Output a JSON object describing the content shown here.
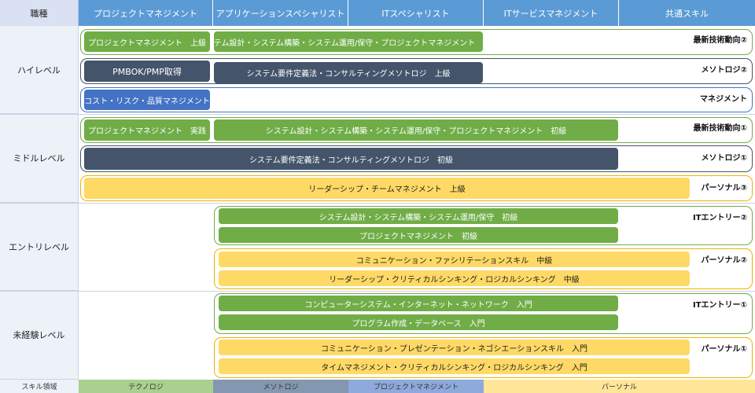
{
  "header": {
    "corner": "職種",
    "columns": [
      "プロジェクトマネジメント",
      "アプリケーションスペシャリスト",
      "ITスペシャリスト",
      "ITサービスマネジメント",
      "共通スキル"
    ]
  },
  "levels": [
    "ハイレベル",
    "ミドルレベル",
    "エントリレベル",
    "未経験レベル"
  ],
  "bars": {
    "high_pm": "プロジェクトマネジメント　上級",
    "high_sys": "システム設計・システム構築・システム運用/保守・プロジェクトマネジメント　上級",
    "high_pmbok": "PMBOK/PMP取得",
    "high_req": "システム要件定義法・コンサルティングメソトロジ　上級",
    "high_cost": "コスト・リスク・品質マネジメント",
    "mid_pm": "プロジェクトマネジメント　実践",
    "mid_sys": "システム設計・システム構築・システム運用/保守・プロジェクトマネジメント　初級",
    "mid_req": "システム要件定義法・コンサルティングメソトロジ　初級",
    "mid_leader": "リーダーシップ・チームマネジメント　上級",
    "entry_sys": "システム設計・システム構築・システム運用/保守　初級",
    "entry_pm": "プロジェクトマネジメント　初級",
    "entry_comm": "コミュニケーション・ファシリテーションスキル　中級",
    "entry_leader": "リーダーシップ・クリティカルシンキング・ロジカルシンキング　中級",
    "novice_net": "コンピューターシステム・インターネット・ネットワーク　入門",
    "novice_db": "プログラム作成・データベース　入門",
    "novice_comm": "コミュニケーション・プレゼンテーション・ネゴシエーションスキル　入門",
    "novice_time": "タイムマネジメント・クリティカルシンキング・ロジカルシンキング　入門"
  },
  "tags": {
    "tech2": "最新技術動向②",
    "meth2": "メソトロジ②",
    "mgmt": "マネジメント",
    "tech1": "最新技術動向①",
    "meth1": "メソトロジ①",
    "pers3": "パーソナル③",
    "it2": "ITエントリー②",
    "pers2": "パーソナル②",
    "it1": "ITエントリー①",
    "pers1": "パーソナル①"
  },
  "footer": {
    "label": "スキル領域",
    "items": [
      "テクノロジ",
      "メソトロジ",
      "プロジェクトマネジメント",
      "パーソナル"
    ]
  },
  "colors": {
    "header": "#5b9bd5",
    "technology": "#70ad47",
    "methodology": "#44546a",
    "project_management": "#4472c4",
    "personal": "#ffd966"
  }
}
